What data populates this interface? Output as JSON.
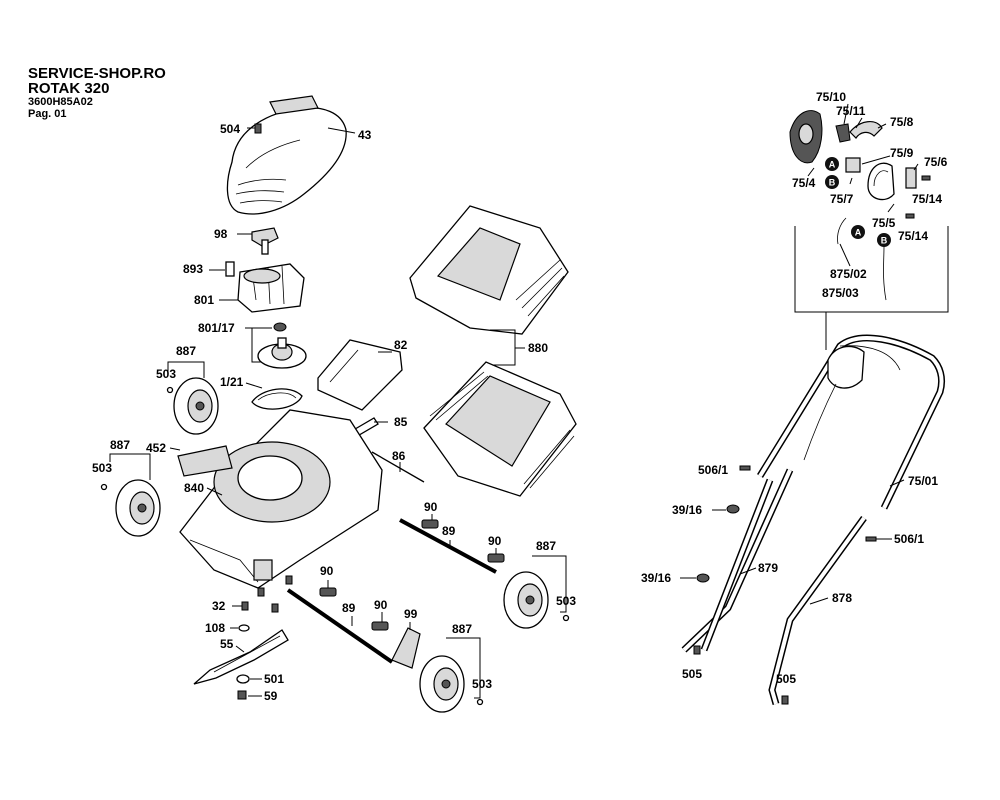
{
  "header": {
    "shop": "SERVICE-SHOP.RO",
    "model": "ROTAK 320",
    "code": "3600H85A02",
    "page": "Pag. 01"
  },
  "labels": {
    "p504": "504",
    "p43": "43",
    "p98": "98",
    "p893": "893",
    "p801": "801",
    "p801_17": "801/17",
    "p887a": "887",
    "p503a": "503",
    "p1_21": "1/21",
    "p82": "82",
    "p85": "85",
    "p880": "880",
    "p452": "452",
    "p887b": "887",
    "p503b": "503",
    "p840": "840",
    "p86": "86",
    "p90a": "90",
    "p89a": "89",
    "p90b": "90",
    "p887c": "887",
    "p90c": "90",
    "p32": "32",
    "p89b": "89",
    "p90d": "90",
    "p99": "99",
    "p503c": "503",
    "p108": "108",
    "p55": "55",
    "p887d": "887",
    "p501": "501",
    "p503d": "503",
    "p59": "59",
    "p75_10": "75/10",
    "p75_11": "75/11",
    "p75_8": "75/8",
    "p75_9": "75/9",
    "p75_6": "75/6",
    "p75_4": "75/4",
    "p75_7": "75/7",
    "p75_14a": "75/14",
    "p75_5": "75/5",
    "p75_14b": "75/14",
    "p875_02": "875/02",
    "p875_03": "875/03",
    "p506_1a": "506/1",
    "p75_01": "75/01",
    "p39_16a": "39/16",
    "p506_1b": "506/1",
    "p39_16b": "39/16",
    "p879": "879",
    "p878": "878",
    "p505a": "505",
    "p505b": "505"
  },
  "badges": {
    "a1": "A",
    "b1": "B",
    "a2": "A",
    "b2": "B"
  }
}
